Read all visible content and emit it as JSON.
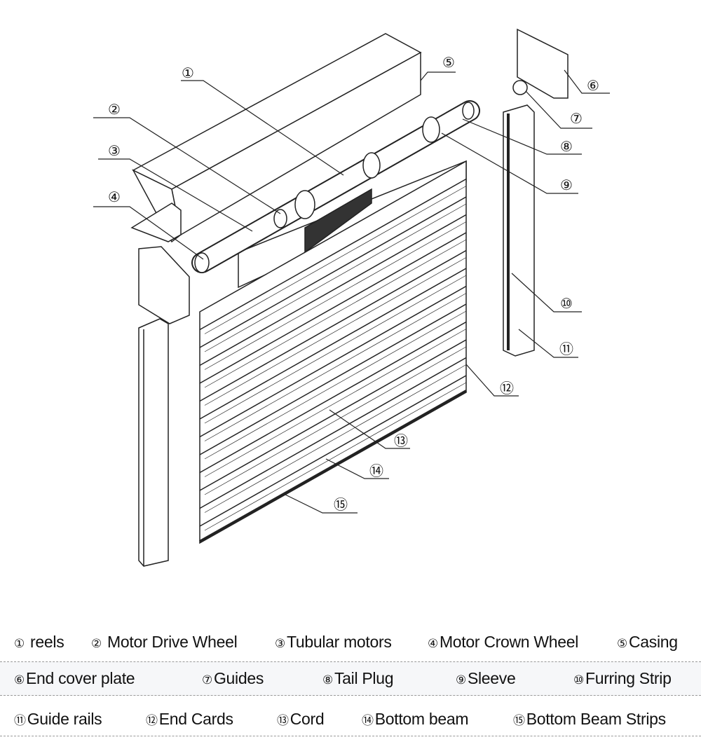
{
  "title": "Roller shutter exploded diagram",
  "callouts": [
    {
      "num": "①"
    },
    {
      "num": "②"
    },
    {
      "num": "③"
    },
    {
      "num": "④"
    },
    {
      "num": "⑤"
    },
    {
      "num": "⑥"
    },
    {
      "num": "⑦"
    },
    {
      "num": "⑧"
    },
    {
      "num": "⑨"
    },
    {
      "num": "⑩"
    },
    {
      "num": "⑪"
    },
    {
      "num": "⑫"
    },
    {
      "num": "⑬"
    },
    {
      "num": "⑭"
    },
    {
      "num": "⑮"
    }
  ],
  "legend": {
    "rows": [
      [
        {
          "num": "①",
          "label": " reels"
        },
        {
          "num": "②",
          "label": " Motor Drive Wheel"
        },
        {
          "num": "③",
          "label": "Tubular motors"
        },
        {
          "num": "④",
          "label": "Motor Crown Wheel"
        },
        {
          "num": "⑤",
          "label": "Casing"
        }
      ],
      [
        {
          "num": "⑥",
          "label": "End cover plate"
        },
        {
          "num": "⑦",
          "label": "Guides"
        },
        {
          "num": "⑧",
          "label": "Tail Plug"
        },
        {
          "num": "⑨",
          "label": "Sleeve"
        },
        {
          "num": "⑩",
          "label": "Furring Strip"
        }
      ],
      [
        {
          "num": "⑪",
          "label": "Guide rails"
        },
        {
          "num": "⑫",
          "label": "End Cards"
        },
        {
          "num": "⑬",
          "label": "Cord"
        },
        {
          "num": "⑭",
          "label": "Bottom beam"
        },
        {
          "num": "⑮",
          "label": "Bottom Beam Strips"
        }
      ]
    ]
  }
}
